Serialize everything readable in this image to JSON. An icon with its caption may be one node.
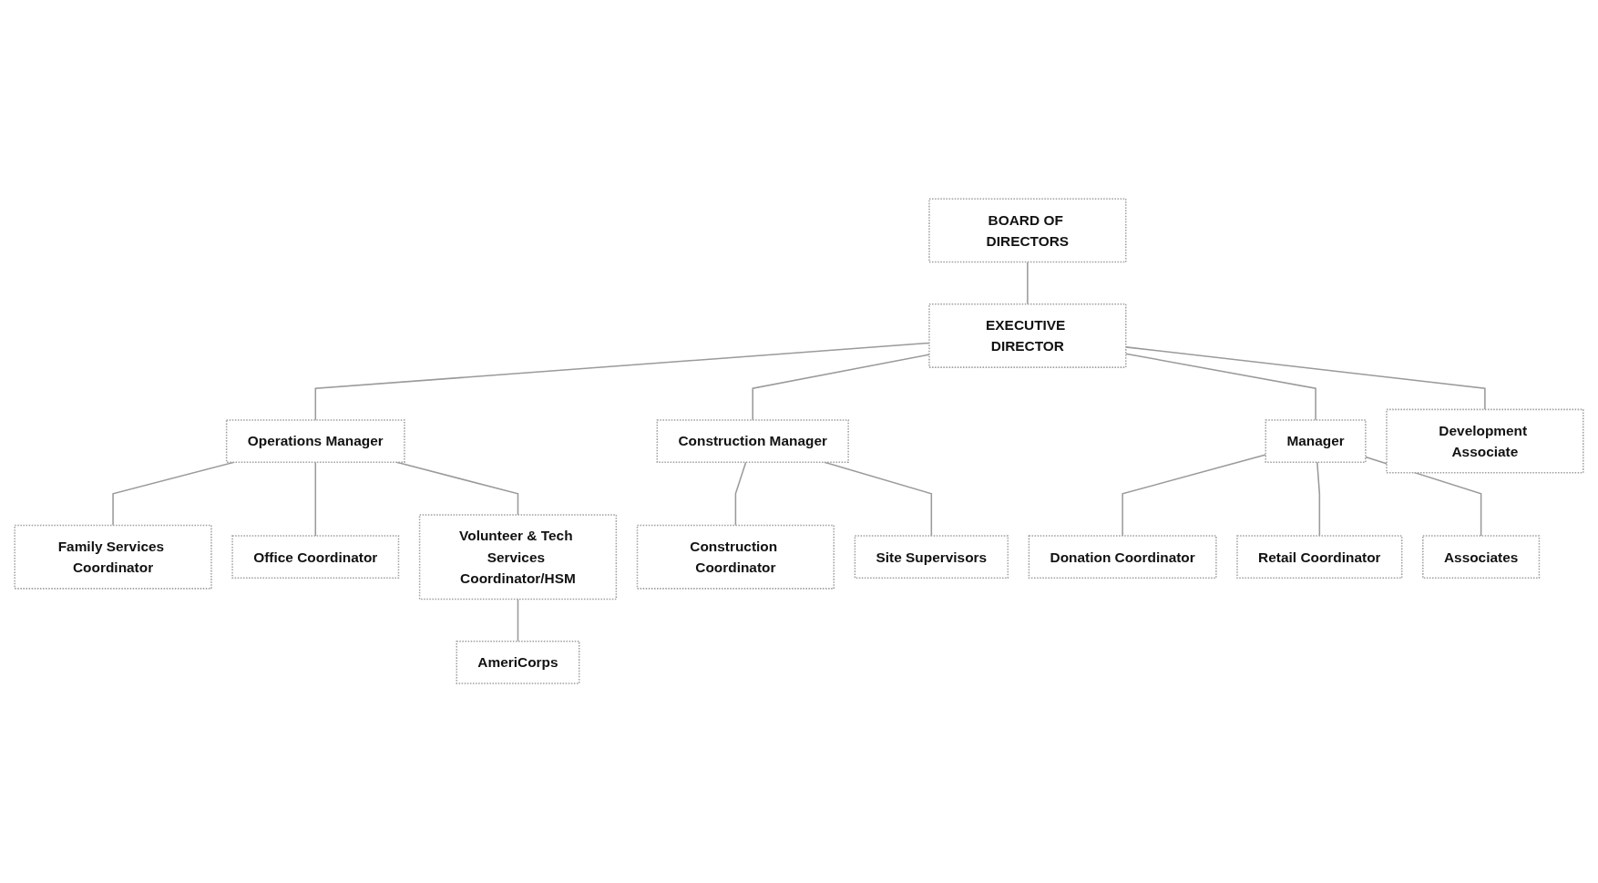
{
  "diagram": {
    "nodes": [
      {
        "text": [
          "BOARD OF DIRECTORS"
        ]
      },
      {
        "text": [
          "EXECUTIVE DIRECTOR"
        ]
      },
      {
        "text": [
          "Operations Manager"
        ]
      },
      {
        "text": [
          "Construction Manager"
        ]
      },
      {
        "text": [
          "Manager"
        ]
      },
      {
        "text": [
          "Development Associate"
        ]
      },
      {
        "text": [
          "Family Services Coordinator"
        ]
      },
      {
        "text": [
          "Office Coordinator"
        ]
      },
      {
        "text": [
          "Volunteer & Tech Services Coordinator/HSM"
        ]
      },
      {
        "text": [
          "AmeriCorps"
        ]
      },
      {
        "text": [
          "Construction Coordinator"
        ]
      },
      {
        "text": [
          "Site Supervisors"
        ]
      },
      {
        "text": [
          "Donation Coordinator"
        ]
      },
      {
        "text": [
          "Retail Coordinator"
        ]
      },
      {
        "text": [
          "Associates"
        ]
      }
    ],
    "edges": [
      {
        "from": 0,
        "to": 1,
        "arrow": "none"
      },
      {
        "from": 1,
        "to": 2,
        "arrow": "none"
      },
      {
        "from": 1,
        "to": 3,
        "arrow": "none"
      },
      {
        "from": 1,
        "to": 4,
        "arrow": "none"
      },
      {
        "from": 1,
        "to": 5,
        "arrow": "none"
      },
      {
        "from": 2,
        "to": 6,
        "arrow": "none"
      },
      {
        "from": 2,
        "to": 7,
        "arrow": "none"
      },
      {
        "from": 2,
        "to": 8,
        "arrow": "none"
      },
      {
        "from": 8,
        "to": 9,
        "arrow": "none"
      },
      {
        "from": 3,
        "to": 10,
        "arrow": "none"
      },
      {
        "from": 3,
        "to": 11,
        "arrow": "none"
      },
      {
        "from": 4,
        "to": 12,
        "arrow": "none"
      },
      {
        "from": 4,
        "to": 13,
        "arrow": "none"
      },
      {
        "from": 4,
        "to": 14,
        "arrow": "none"
      }
    ]
  }
}
